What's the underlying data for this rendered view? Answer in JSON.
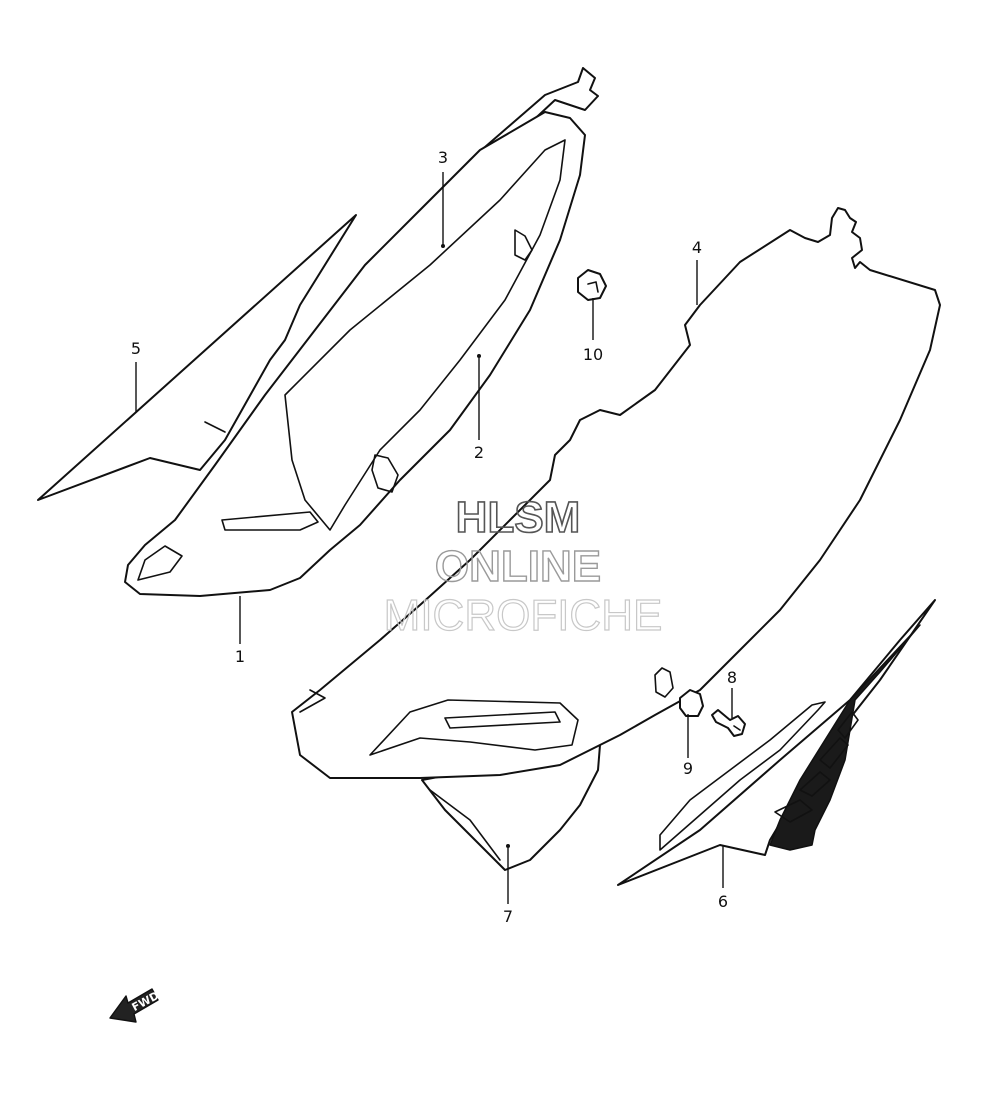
{
  "watermark": {
    "line1": "HLSM",
    "line2": "ONLINE",
    "line3": "MICROFICHE"
  },
  "fwd_label": "FWD",
  "callouts": {
    "c1": "1",
    "c2": "2",
    "c3": "3",
    "c4": "4",
    "c5": "5",
    "c6": "6",
    "c7": "7",
    "c8": "8",
    "c9": "9",
    "c10": "10"
  },
  "colors": {
    "line": "#111111",
    "background": "#ffffff"
  }
}
